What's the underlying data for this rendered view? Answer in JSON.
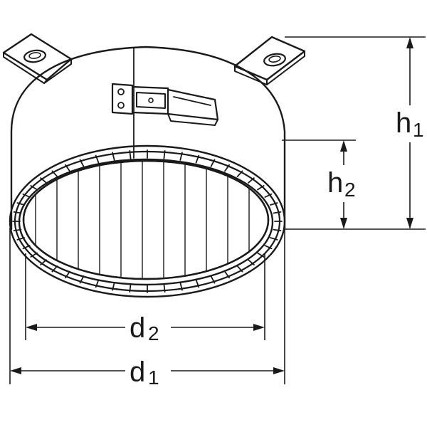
{
  "colors": {
    "stroke": "#1a1a1a",
    "body_fill": "#ffffff",
    "lens_fill": "#cfcfcf",
    "background": "#ffffff"
  },
  "dimensions": {
    "h1": {
      "letter": "h",
      "index": "1"
    },
    "h2": {
      "letter": "h",
      "index": "2"
    },
    "d1": {
      "letter": "d",
      "index": "1"
    },
    "d2": {
      "letter": "d",
      "index": "2"
    }
  },
  "icons": {
    "mounting_ear": "mounting-ear-icon",
    "latch": "latch-clip-icon"
  }
}
